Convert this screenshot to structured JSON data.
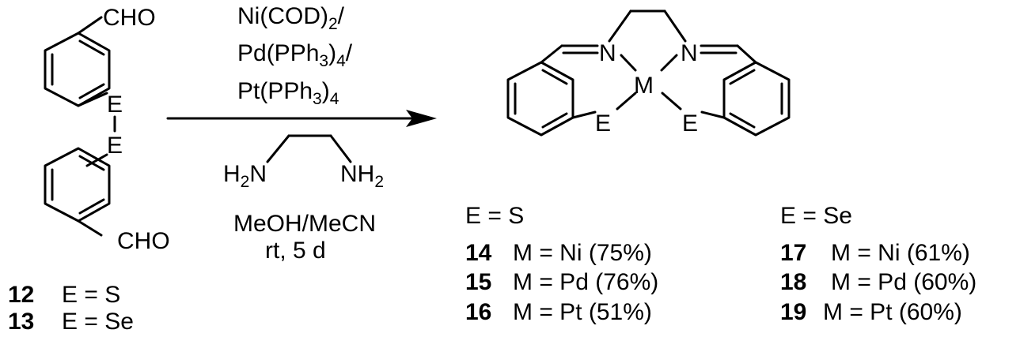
{
  "reactant": {
    "cho_top": "CHO",
    "cho_bottom": "CHO",
    "e_upper": "E",
    "e_lower": "E",
    "compounds": [
      {
        "number": "12",
        "label": "E = S"
      },
      {
        "number": "13",
        "label": "E = Se"
      }
    ]
  },
  "conditions": {
    "catalyst_ni": {
      "prefix": "Ni(COD)",
      "sub": "2",
      "suffix": "/"
    },
    "catalyst_pd": {
      "prefix": "Pd(PPh",
      "sub": "3",
      "mid": ")",
      "sub2": "4",
      "suffix": "/"
    },
    "catalyst_pt": {
      "prefix": "Pt(PPh",
      "sub": "3",
      "mid": ")",
      "sub2": "4"
    },
    "diamine_left": {
      "prefix": "H",
      "sub": "2",
      "suffix": "N"
    },
    "diamine_right": {
      "prefix": "NH",
      "sub": "2"
    },
    "solvent": "MeOH/MeCN",
    "time": "rt, 5 d"
  },
  "product": {
    "n_left": "N",
    "n_right": "N",
    "metal": "M",
    "e_left": "E",
    "e_right": "E"
  },
  "series_s": {
    "header": "E = S",
    "items": [
      {
        "number": "14",
        "label": "M = Ni (75%)"
      },
      {
        "number": "15",
        "label": "M = Pd (76%)"
      },
      {
        "number": "16",
        "label": "M = Pt (51%)"
      }
    ]
  },
  "series_se": {
    "header": "E = Se",
    "items": [
      {
        "number": "17",
        "label": "M = Ni (61%)"
      },
      {
        "number": "18",
        "label": "M = Pd (60%)"
      },
      {
        "number": "19",
        "label": "M = Pt (60%)"
      }
    ]
  }
}
